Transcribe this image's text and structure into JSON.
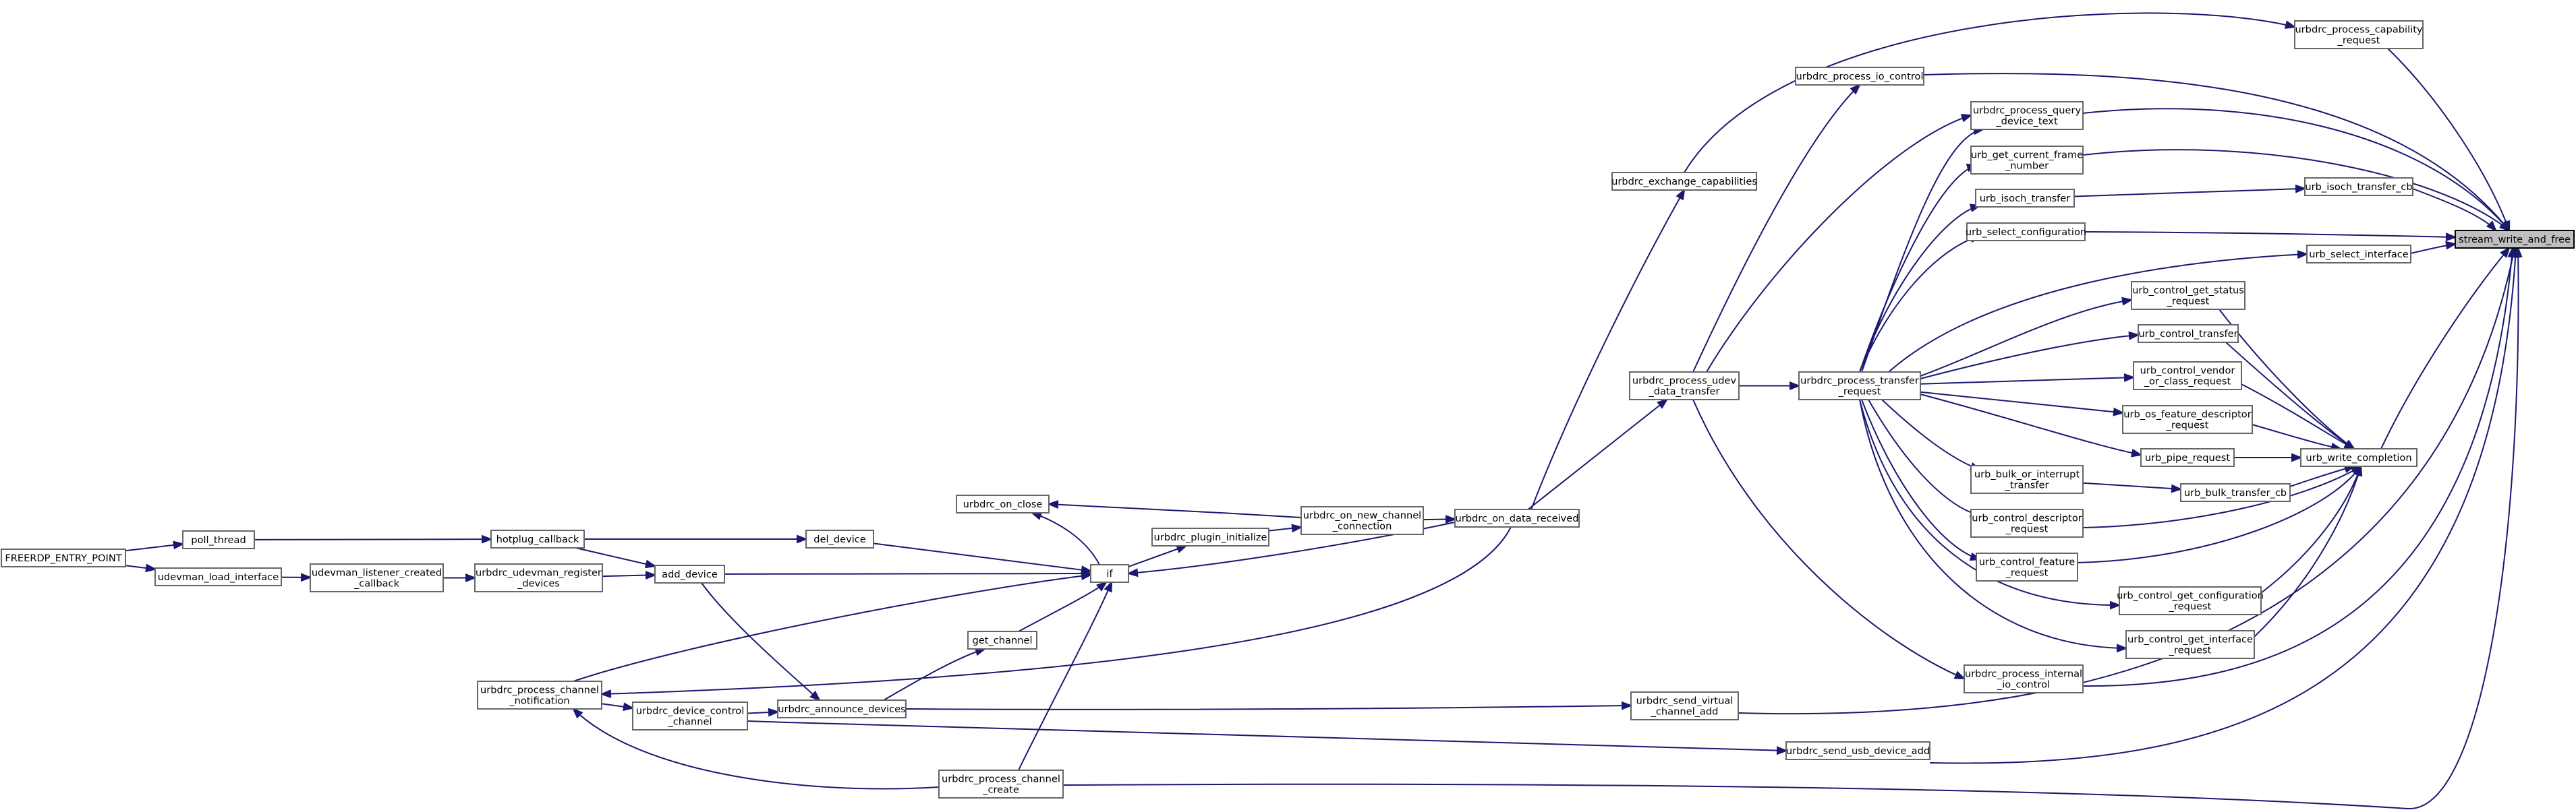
{
  "graph": {
    "accent_color": "#191970",
    "nodes": {
      "freerdp_entry_point": [
        "FREERDP_ENTRY_POINT"
      ],
      "poll_thread": [
        "poll_thread"
      ],
      "udevman_load_interface": [
        "udevman_load_interface"
      ],
      "udevman_listener_created_callback": [
        "udevman_listener_created",
        "_callback"
      ],
      "hotplug_callback": [
        "hotplug_callback"
      ],
      "urbdrc_udevman_register_devices": [
        "urbdrc_udevman_register",
        "_devices"
      ],
      "add_device": [
        "add_device"
      ],
      "del_device": [
        "del_device"
      ],
      "urbdrc_process_channel_notification": [
        "urbdrc_process_channel",
        "_notification"
      ],
      "urbdrc_device_control_channel": [
        "urbdrc_device_control",
        "_channel"
      ],
      "urbdrc_announce_devices": [
        "urbdrc_announce_devices"
      ],
      "urbdrc_on_close": [
        "urbdrc_on_close"
      ],
      "get_channel": [
        "get_channel"
      ],
      "if_node": [
        "if"
      ],
      "urbdrc_process_channel_create": [
        "urbdrc_process_channel",
        "_create"
      ],
      "urbdrc_plugin_initialize": [
        "urbdrc_plugin_initialize"
      ],
      "urbdrc_on_new_channel_connection": [
        "urbdrc_on_new_channel",
        "_connection"
      ],
      "urbdrc_on_data_received": [
        "urbdrc_on_data_received"
      ],
      "urbdrc_exchange_capabilities": [
        "urbdrc_exchange_capabilities"
      ],
      "urbdrc_process_udev_data_transfer": [
        "urbdrc_process_udev",
        "_data_transfer"
      ],
      "urbdrc_send_virtual_channel_add": [
        "urbdrc_send_virtual",
        "_channel_add"
      ],
      "urbdrc_send_usb_device_add": [
        "urbdrc_send_usb_device_add"
      ],
      "urbdrc_process_io_control": [
        "urbdrc_process_io_control"
      ],
      "urbdrc_process_transfer_request": [
        "urbdrc_process_transfer",
        "_request"
      ],
      "urbdrc_process_internal_io_control": [
        "urbdrc_process_internal",
        "_io_control"
      ],
      "urbdrc_process_query_device_text": [
        "urbdrc_process_query",
        "_device_text"
      ],
      "urb_get_current_frame_number": [
        "urb_get_current_frame",
        "_number"
      ],
      "urb_isoch_transfer": [
        "urb_isoch_transfer"
      ],
      "urb_select_configuration": [
        "urb_select_configuration"
      ],
      "urb_bulk_or_interrupt_transfer": [
        "urb_bulk_or_interrupt",
        "_transfer"
      ],
      "urb_control_descriptor_request": [
        "urb_control_descriptor",
        "_request"
      ],
      "urb_control_feature_request": [
        "urb_control_feature",
        "_request"
      ],
      "urb_control_get_status_request": [
        "urb_control_get_status",
        "_request"
      ],
      "urb_control_transfer": [
        "urb_control_transfer"
      ],
      "urb_control_vendor_or_class_request": [
        "urb_control_vendor",
        "_or_class_request"
      ],
      "urb_os_feature_descriptor_request": [
        "urb_os_feature_descriptor",
        "_request"
      ],
      "urb_pipe_request": [
        "urb_pipe_request"
      ],
      "urb_bulk_transfer_cb": [
        "urb_bulk_transfer_cb"
      ],
      "urb_control_get_configuration_request": [
        "urb_control_get_configuration",
        "_request"
      ],
      "urb_control_get_interface_request": [
        "urb_control_get_interface",
        "_request"
      ],
      "urbdrc_process_capability_request": [
        "urbdrc_process_capability",
        "_request"
      ],
      "urb_isoch_transfer_cb": [
        "urb_isoch_transfer_cb"
      ],
      "urb_select_interface": [
        "urb_select_interface"
      ],
      "urb_write_completion": [
        "urb_write_completion"
      ],
      "stream_write_and_free": [
        "stream_write_and_free"
      ]
    }
  }
}
